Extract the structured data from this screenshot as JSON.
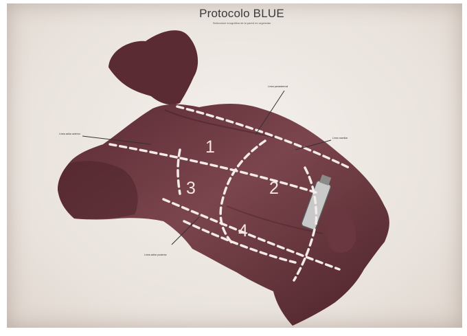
{
  "title": "Protocolo BLUE",
  "subtitle": "Seleccione ecográfica de la pared en urgencias",
  "callouts": {
    "top": "Línea paraesternal",
    "left": "Línea axilar anterior",
    "right": "Línea mamilar",
    "bottom": "Línea axilar posterior"
  },
  "zones": [
    "1",
    "2",
    "3",
    "4"
  ],
  "colors": {
    "skin": "#6e3a42",
    "skin_dark": "#4a2229",
    "dash": "#f5ecea",
    "paper": "#efe9e4"
  }
}
